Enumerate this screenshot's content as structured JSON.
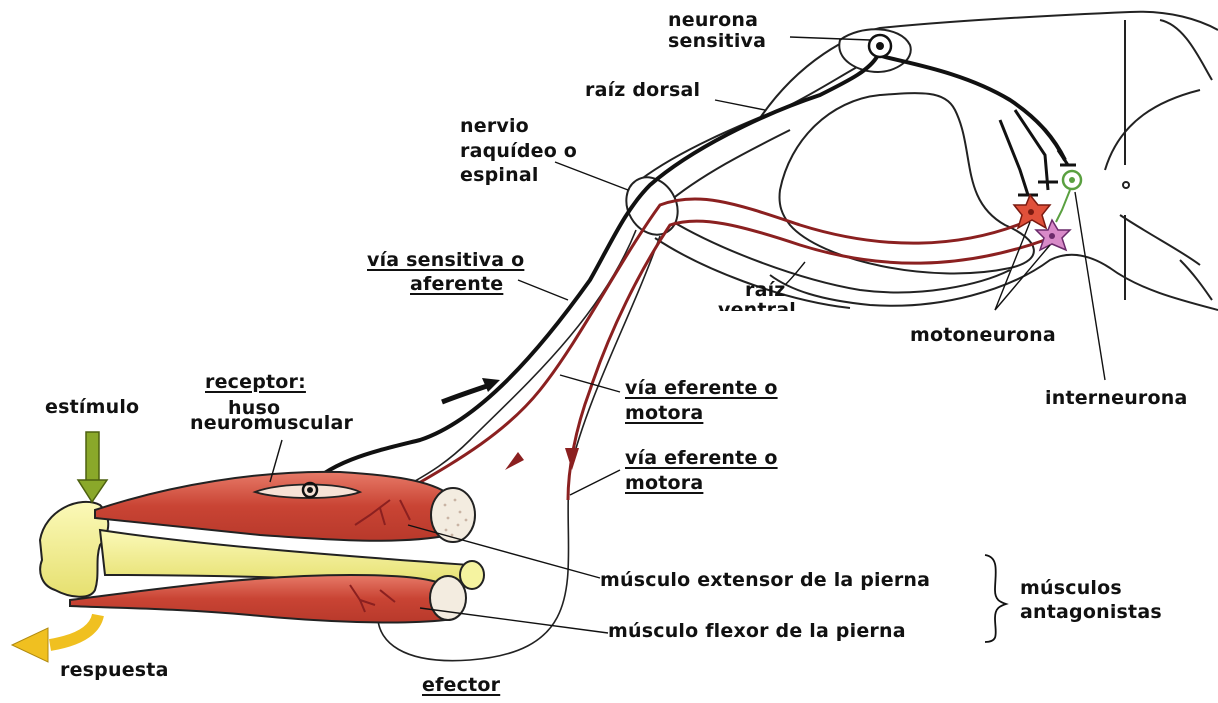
{
  "labels": {
    "neurona_sensitiva_1": "neurona",
    "neurona_sensitiva_2": "sensitiva",
    "raiz_dorsal": "raíz dorsal",
    "nervio_1": "nervio",
    "nervio_2": "raquídeo o",
    "nervio_3": "espinal",
    "via_sensitiva_1": "vía sensitiva o",
    "via_sensitiva_2": "aferente",
    "raiz_ventral_1": "raíz",
    "raiz_ventral_2": "ventral",
    "motoneurona": "motoneurona",
    "interneurona": "interneurona",
    "receptor_1": "receptor:",
    "receptor_2": "huso",
    "receptor_3": "neuromuscular",
    "estimulo": "estímulo",
    "via_eferente_a_1": "vía eferente o",
    "via_eferente_a_2": "motora",
    "via_eferente_b_1": "vía eferente o",
    "via_eferente_b_2": "motora",
    "musculo_extensor": "músculo extensor de la pierna",
    "musculo_flexor": "músculo flexor de la pierna",
    "musculos_antagonistas_1": "músculos",
    "musculos_antagonistas_2": "antagonistas",
    "respuesta": "respuesta",
    "efector": "efector"
  },
  "colors": {
    "sensory_pathway": "#111111",
    "motor_pathway": "#8b2020",
    "muscle": "#d4584a",
    "bone": "#f2f08a",
    "stimulus_arrow": "#8aa82a",
    "response_arrow": "#f0c020",
    "motoneuron_red": "#e0503a",
    "motoneuron_pink": "#d88ac8",
    "interneuron": "#5aa040"
  }
}
